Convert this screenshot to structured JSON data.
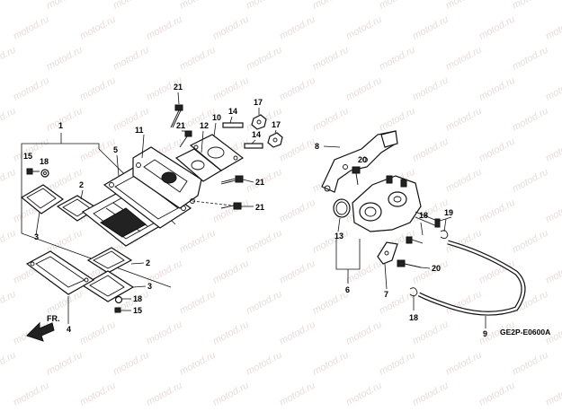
{
  "watermark": {
    "text": "motod.ru",
    "color": "#e9dcdc"
  },
  "diagram_code": "GE2P-E0600A",
  "direction_label": "FR.",
  "callouts": {
    "c1": "1",
    "c2a": "2",
    "c2b": "2",
    "c3a": "3",
    "c3b": "3",
    "c4": "4",
    "c5": "5",
    "c6": "6",
    "c7": "7",
    "c8": "8",
    "c9": "9",
    "c10": "10",
    "c11": "11",
    "c12": "12",
    "c13": "13",
    "c14a": "14",
    "c14b": "14",
    "c15a": "15",
    "c15b": "15",
    "c17a": "17",
    "c17b": "17",
    "c18a": "18",
    "c18b": "18",
    "c18c": "18",
    "c18d": "18",
    "c19": "19",
    "c20a": "20",
    "c20b": "20",
    "c21a": "21",
    "c21b": "21",
    "c21c": "21",
    "c21d": "21"
  },
  "colors": {
    "line": "#111111",
    "background": "#ffffff"
  }
}
